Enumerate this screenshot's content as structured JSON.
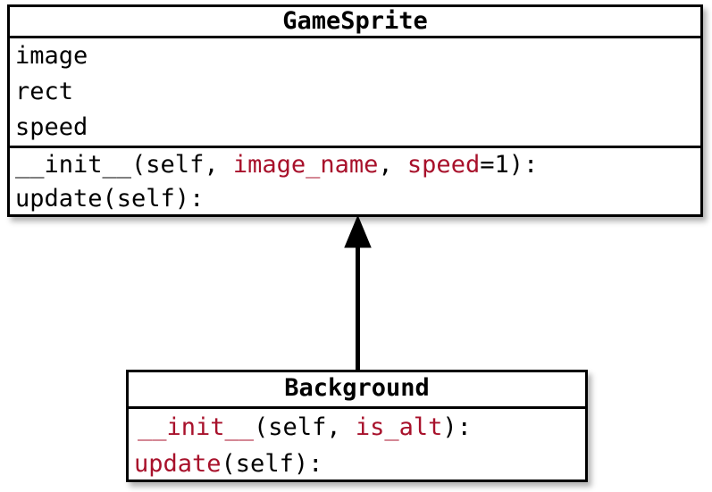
{
  "diagram": {
    "type": "uml-class-diagram",
    "background_color": "#FFFFFF",
    "line_color": "#000000",
    "accent_color": "#A8112B",
    "text_color": "#000000"
  },
  "classes": {
    "gamesprite": {
      "name": "GameSprite",
      "attributes": [
        {
          "text": "image"
        },
        {
          "text": "rect"
        },
        {
          "text": "speed"
        }
      ],
      "methods": [
        {
          "signature": "__init__(self, image_name, speed=1):",
          "tokens": [
            {
              "text": "__init__(self, ",
              "accent": false
            },
            {
              "text": "image_name",
              "accent": true
            },
            {
              "text": ", ",
              "accent": false
            },
            {
              "text": "speed",
              "accent": true
            },
            {
              "text": "=1):",
              "accent": false
            }
          ]
        },
        {
          "signature": "update(self):",
          "tokens": [
            {
              "text": "update(self):",
              "accent": false
            }
          ]
        }
      ]
    },
    "background": {
      "name": "Background",
      "attributes": [],
      "methods": [
        {
          "signature": "__init__(self, is_alt):",
          "tokens": [
            {
              "text": "__init__",
              "accent": true
            },
            {
              "text": "(self, ",
              "accent": false
            },
            {
              "text": "is_alt",
              "accent": true
            },
            {
              "text": "):",
              "accent": false
            }
          ]
        },
        {
          "signature": "update(self):",
          "tokens": [
            {
              "text": "update",
              "accent": true
            },
            {
              "text": "(self):",
              "accent": false
            }
          ]
        }
      ]
    }
  },
  "relationships": [
    {
      "kind": "generalization",
      "from": "Background",
      "to": "GameSprite",
      "arrow": "solid-filled-triangle"
    }
  ]
}
